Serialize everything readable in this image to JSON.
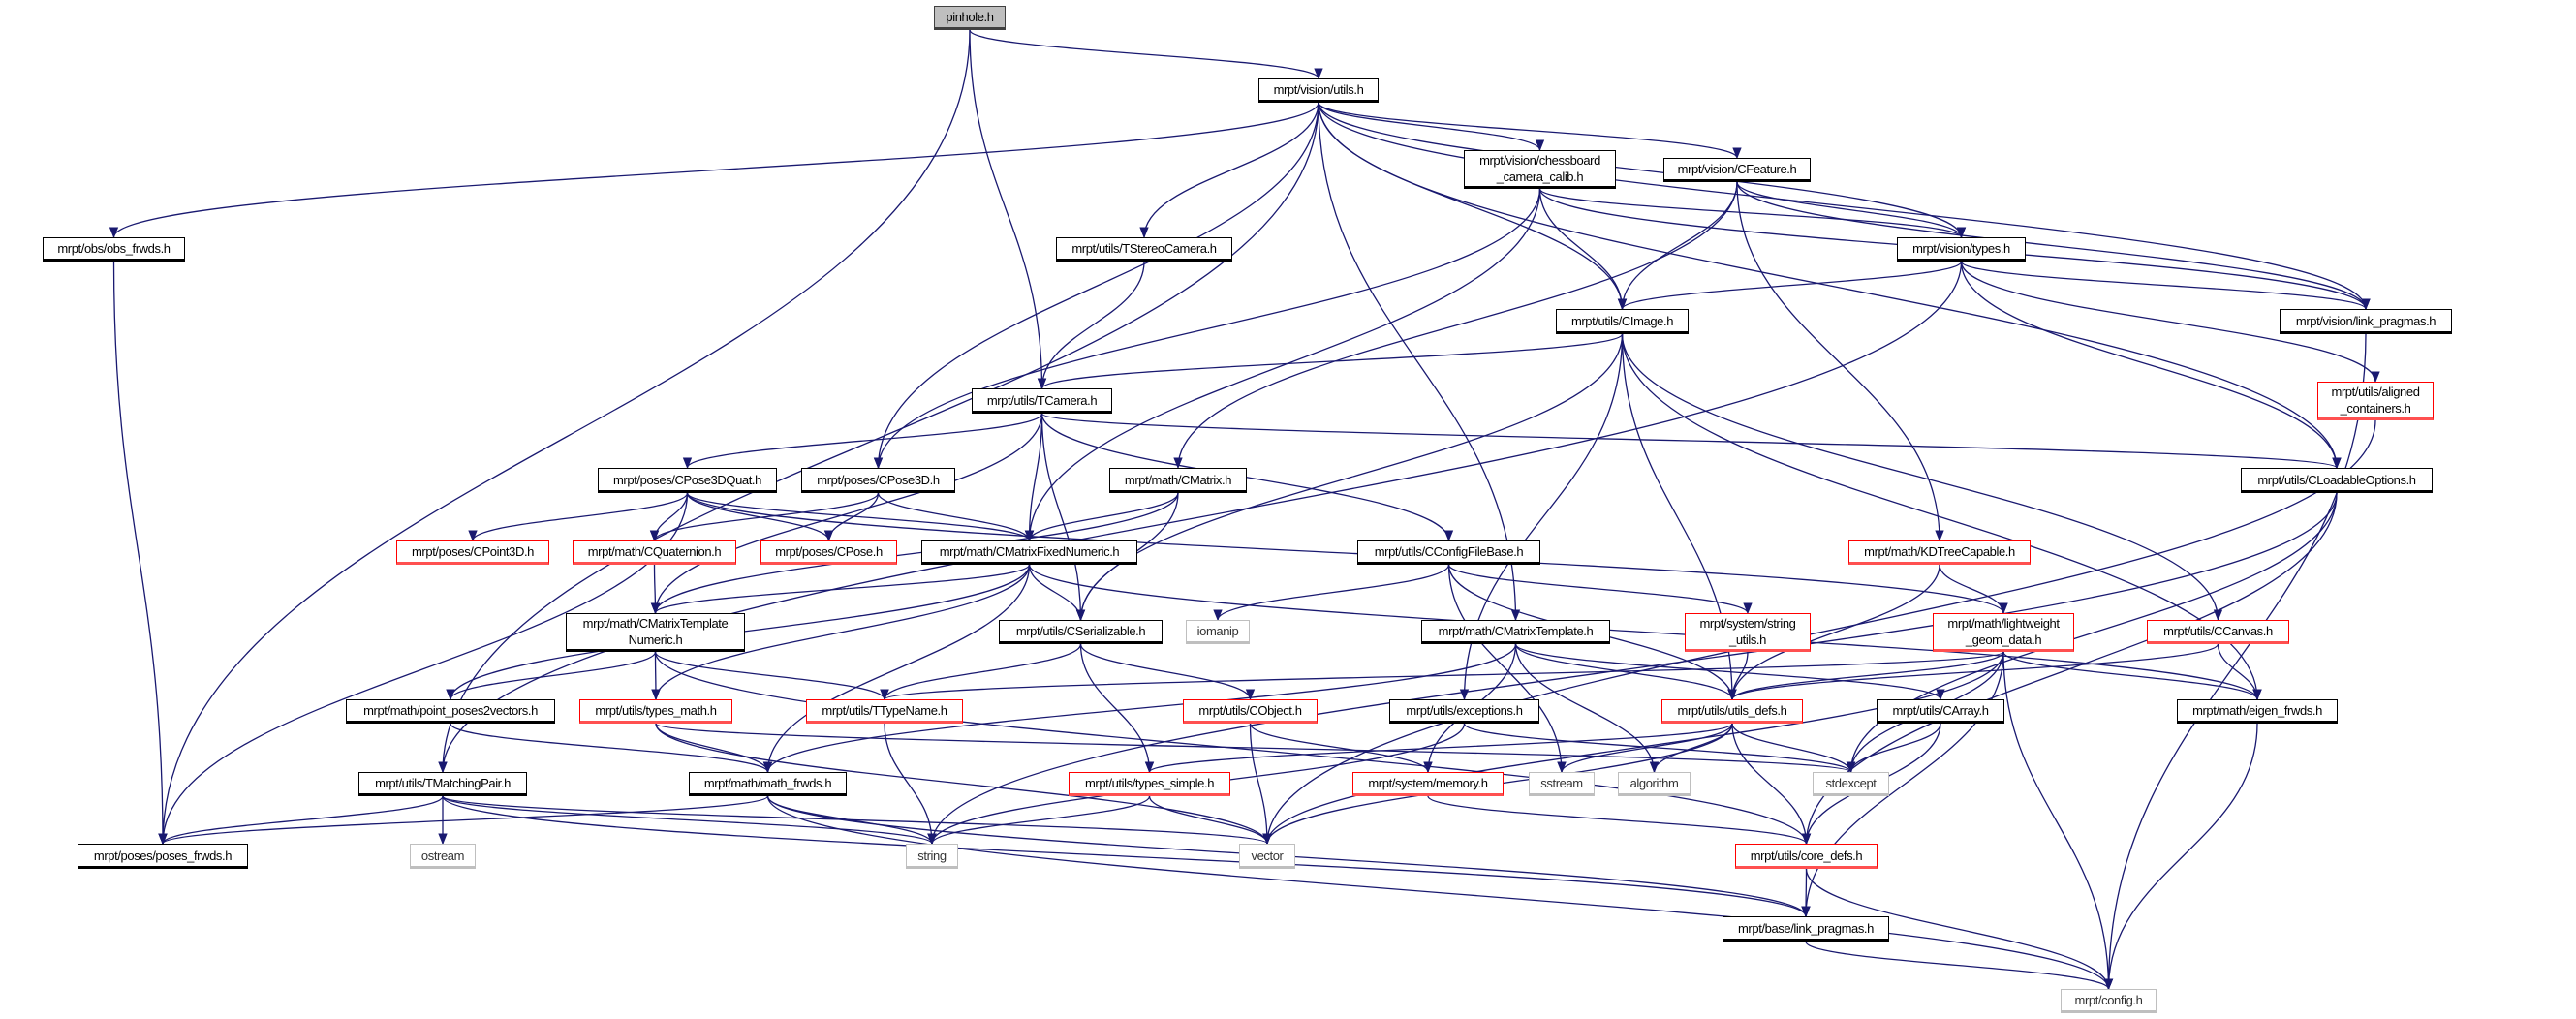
{
  "title": "pinhole.h include dependency graph",
  "colors": {
    "edge": "#191970",
    "root_fill": "#bfbfbf",
    "red_border": "#ff0000",
    "system_border": "#bfbfbf",
    "normal_border": "#000000"
  },
  "nodes": [
    {
      "id": "pinhole",
      "label": "pinhole.h",
      "style": "root"
    },
    {
      "id": "vutils",
      "label": "mrpt/vision/utils.h",
      "style": "normal"
    },
    {
      "id": "obs_frwds",
      "label": "mrpt/obs/obs_frwds.h",
      "style": "normal"
    },
    {
      "id": "tstereo",
      "label": "mrpt/utils/TStereoCamera.h",
      "style": "normal"
    },
    {
      "id": "chess",
      "label": "mrpt/vision/chessboard\n_camera_calib.h",
      "style": "normal"
    },
    {
      "id": "cfeature",
      "label": "mrpt/vision/CFeature.h",
      "style": "normal"
    },
    {
      "id": "vtypes",
      "label": "mrpt/vision/types.h",
      "style": "normal"
    },
    {
      "id": "cimage",
      "label": "mrpt/utils/CImage.h",
      "style": "normal"
    },
    {
      "id": "vlink",
      "label": "mrpt/vision/link_pragmas.h",
      "style": "normal"
    },
    {
      "id": "aligned",
      "label": "mrpt/utils/aligned\n_containers.h",
      "style": "red"
    },
    {
      "id": "cloadable",
      "label": "mrpt/utils/CLoadableOptions.h",
      "style": "normal"
    },
    {
      "id": "tcamera",
      "label": "mrpt/utils/TCamera.h",
      "style": "normal"
    },
    {
      "id": "cpose3dquat",
      "label": "mrpt/poses/CPose3DQuat.h",
      "style": "normal"
    },
    {
      "id": "cpose3d",
      "label": "mrpt/poses/CPose3D.h",
      "style": "normal"
    },
    {
      "id": "cmatrix",
      "label": "mrpt/math/CMatrix.h",
      "style": "normal"
    },
    {
      "id": "cpoint3d",
      "label": "mrpt/poses/CPoint3D.h",
      "style": "red"
    },
    {
      "id": "cquat",
      "label": "mrpt/math/CQuaternion.h",
      "style": "red"
    },
    {
      "id": "cpose",
      "label": "mrpt/poses/CPose.h",
      "style": "red"
    },
    {
      "id": "cmfn",
      "label": "mrpt/math/CMatrixFixedNumeric.h",
      "style": "normal"
    },
    {
      "id": "cconfig",
      "label": "mrpt/utils/CConfigFileBase.h",
      "style": "normal"
    },
    {
      "id": "kdtree",
      "label": "mrpt/math/KDTreeCapable.h",
      "style": "red"
    },
    {
      "id": "cmtn",
      "label": "mrpt/math/CMatrixTemplate\nNumeric.h",
      "style": "normal"
    },
    {
      "id": "cser",
      "label": "mrpt/utils/CSerializable.h",
      "style": "normal"
    },
    {
      "id": "iomanip",
      "label": "iomanip",
      "style": "system"
    },
    {
      "id": "cmt",
      "label": "mrpt/math/CMatrixTemplate.h",
      "style": "normal"
    },
    {
      "id": "strutils",
      "label": "mrpt/system/string\n_utils.h",
      "style": "red"
    },
    {
      "id": "lwgeom",
      "label": "mrpt/math/lightweight\n_geom_data.h",
      "style": "red"
    },
    {
      "id": "ccanvas",
      "label": "mrpt/utils/CCanvas.h",
      "style": "red"
    },
    {
      "id": "pp2v",
      "label": "mrpt/math/point_poses2vectors.h",
      "style": "normal"
    },
    {
      "id": "typesmath",
      "label": "mrpt/utils/types_math.h",
      "style": "red"
    },
    {
      "id": "ttypename",
      "label": "mrpt/utils/TTypeName.h",
      "style": "red"
    },
    {
      "id": "cobject",
      "label": "mrpt/utils/CObject.h",
      "style": "red"
    },
    {
      "id": "exceptions",
      "label": "mrpt/utils/exceptions.h",
      "style": "normal"
    },
    {
      "id": "utilsdefs",
      "label": "mrpt/utils/utils_defs.h",
      "style": "red"
    },
    {
      "id": "carray",
      "label": "mrpt/utils/CArray.h",
      "style": "normal"
    },
    {
      "id": "eigen",
      "label": "mrpt/math/eigen_frwds.h",
      "style": "normal"
    },
    {
      "id": "tmatching",
      "label": "mrpt/utils/TMatchingPair.h",
      "style": "normal"
    },
    {
      "id": "mathfrwds",
      "label": "mrpt/math/math_frwds.h",
      "style": "normal"
    },
    {
      "id": "typessimple",
      "label": "mrpt/utils/types_simple.h",
      "style": "red"
    },
    {
      "id": "memory",
      "label": "mrpt/system/memory.h",
      "style": "red"
    },
    {
      "id": "sstream",
      "label": "sstream",
      "style": "system"
    },
    {
      "id": "algorithm",
      "label": "algorithm",
      "style": "system"
    },
    {
      "id": "stdexcept",
      "label": "stdexcept",
      "style": "system"
    },
    {
      "id": "posesfrwds",
      "label": "mrpt/poses/poses_frwds.h",
      "style": "normal"
    },
    {
      "id": "ostream",
      "label": "ostream",
      "style": "system"
    },
    {
      "id": "string",
      "label": "string",
      "style": "system"
    },
    {
      "id": "vector",
      "label": "vector",
      "style": "system"
    },
    {
      "id": "coredefs",
      "label": "mrpt/utils/core_defs.h",
      "style": "red"
    },
    {
      "id": "baselink",
      "label": "mrpt/base/link_pragmas.h",
      "style": "normal"
    },
    {
      "id": "config",
      "label": "mrpt/config.h",
      "style": "system"
    }
  ],
  "edges": [
    [
      "pinhole",
      "vutils"
    ],
    [
      "pinhole",
      "tcamera"
    ],
    [
      "pinhole",
      "posesfrwds"
    ],
    [
      "vutils",
      "obs_frwds"
    ],
    [
      "vutils",
      "tstereo"
    ],
    [
      "vutils",
      "chess"
    ],
    [
      "vutils",
      "cfeature"
    ],
    [
      "vutils",
      "vtypes"
    ],
    [
      "vutils",
      "cimage"
    ],
    [
      "vutils",
      "vlink"
    ],
    [
      "vutils",
      "cloadable"
    ],
    [
      "vutils",
      "cpose3d"
    ],
    [
      "vutils",
      "tmatching"
    ],
    [
      "vutils",
      "cmt"
    ],
    [
      "chess",
      "vtypes"
    ],
    [
      "chess",
      "cimage"
    ],
    [
      "chess",
      "vlink"
    ],
    [
      "chess",
      "cpose3d"
    ],
    [
      "chess",
      "cmfn"
    ],
    [
      "cfeature",
      "vtypes"
    ],
    [
      "cfeature",
      "cimage"
    ],
    [
      "cfeature",
      "vlink"
    ],
    [
      "cfeature",
      "cmatrix"
    ],
    [
      "cfeature",
      "kdtree"
    ],
    [
      "tstereo",
      "tcamera"
    ],
    [
      "vtypes",
      "cimage"
    ],
    [
      "vtypes",
      "vlink"
    ],
    [
      "vtypes",
      "aligned"
    ],
    [
      "vtypes",
      "cloadable"
    ],
    [
      "vtypes",
      "tmatching"
    ],
    [
      "cimage",
      "tcamera"
    ],
    [
      "cimage",
      "cser"
    ],
    [
      "cimage",
      "utilsdefs"
    ],
    [
      "cimage",
      "exceptions"
    ],
    [
      "cimage",
      "ccanvas"
    ],
    [
      "cimage",
      "eigen"
    ],
    [
      "tcamera",
      "cpose3dquat"
    ],
    [
      "tcamera",
      "cmfn"
    ],
    [
      "tcamera",
      "cser"
    ],
    [
      "tcamera",
      "cconfig"
    ],
    [
      "tcamera",
      "cloadable"
    ],
    [
      "tcamera",
      "cmtn"
    ],
    [
      "cpose3dquat",
      "cpoint3d"
    ],
    [
      "cpose3dquat",
      "cquat"
    ],
    [
      "cpose3dquat",
      "cpose"
    ],
    [
      "cpose3dquat",
      "cmfn"
    ],
    [
      "cpose3dquat",
      "posesfrwds"
    ],
    [
      "cpose3dquat",
      "lwgeom"
    ],
    [
      "cpose3d",
      "cquat"
    ],
    [
      "cpose3d",
      "cpose"
    ],
    [
      "cpose3d",
      "cmfn"
    ],
    [
      "cmatrix",
      "cmfn"
    ],
    [
      "cmatrix",
      "cser"
    ],
    [
      "cmatrix",
      "cmtn"
    ],
    [
      "cloadable",
      "stdexcept"
    ],
    [
      "cloadable",
      "coredefs"
    ],
    [
      "cloadable",
      "string"
    ],
    [
      "aligned",
      "vector"
    ],
    [
      "vlink",
      "config"
    ],
    [
      "kdtree",
      "lwgeom"
    ],
    [
      "kdtree",
      "utilsdefs"
    ],
    [
      "cquat",
      "cmtn"
    ],
    [
      "cmfn",
      "cser"
    ],
    [
      "cmfn",
      "cmtn"
    ],
    [
      "cmfn",
      "typesmath"
    ],
    [
      "cmfn",
      "pp2v"
    ],
    [
      "cmfn",
      "mathfrwds"
    ],
    [
      "cmfn",
      "eigen"
    ],
    [
      "cmtn",
      "pp2v"
    ],
    [
      "cmtn",
      "typesmath"
    ],
    [
      "cmtn",
      "ttypename"
    ],
    [
      "cmtn",
      "coredefs"
    ],
    [
      "cser",
      "ttypename"
    ],
    [
      "cser",
      "cobject"
    ],
    [
      "cser",
      "typessimple"
    ],
    [
      "cconfig",
      "iomanip"
    ],
    [
      "cconfig",
      "strutils"
    ],
    [
      "cconfig",
      "utilsdefs"
    ],
    [
      "cconfig",
      "sstream"
    ],
    [
      "pp2v",
      "mathfrwds"
    ],
    [
      "typesmath",
      "mathfrwds"
    ],
    [
      "typesmath",
      "vector"
    ],
    [
      "typesmath",
      "stdexcept"
    ],
    [
      "ttypename",
      "string"
    ],
    [
      "cobject",
      "vector"
    ],
    [
      "cobject",
      "memory"
    ],
    [
      "cmt",
      "utilsdefs"
    ],
    [
      "cmt",
      "carray"
    ],
    [
      "cmt",
      "algorithm"
    ],
    [
      "cmt",
      "memory"
    ],
    [
      "cmt",
      "mathfrwds"
    ],
    [
      "strutils",
      "utilsdefs"
    ],
    [
      "lwgeom",
      "utilsdefs"
    ],
    [
      "lwgeom",
      "stdexcept"
    ],
    [
      "lwgeom",
      "eigen"
    ],
    [
      "lwgeom",
      "vector"
    ],
    [
      "lwgeom",
      "baselink"
    ],
    [
      "lwgeom",
      "config"
    ],
    [
      "lwgeom",
      "ttypename"
    ],
    [
      "ccanvas",
      "utilsdefs"
    ],
    [
      "ccanvas",
      "eigen"
    ],
    [
      "exceptions",
      "stdexcept"
    ],
    [
      "exceptions",
      "string"
    ],
    [
      "utilsdefs",
      "sstream"
    ],
    [
      "utilsdefs",
      "algorithm"
    ],
    [
      "utilsdefs",
      "stdexcept"
    ],
    [
      "utilsdefs",
      "coredefs"
    ],
    [
      "utilsdefs",
      "vector"
    ],
    [
      "utilsdefs",
      "typessimple"
    ],
    [
      "carray",
      "stdexcept"
    ],
    [
      "carray",
      "coredefs"
    ],
    [
      "eigen",
      "config"
    ],
    [
      "tmatching",
      "posesfrwds"
    ],
    [
      "tmatching",
      "ostream"
    ],
    [
      "tmatching",
      "string"
    ],
    [
      "tmatching",
      "vector"
    ],
    [
      "tmatching",
      "baselink"
    ],
    [
      "mathfrwds",
      "posesfrwds"
    ],
    [
      "mathfrwds",
      "string"
    ],
    [
      "mathfrwds",
      "baselink"
    ],
    [
      "mathfrwds",
      "config"
    ],
    [
      "typessimple",
      "string"
    ],
    [
      "typessimple",
      "vector"
    ],
    [
      "memory",
      "coredefs"
    ],
    [
      "coredefs",
      "baselink"
    ],
    [
      "coredefs",
      "config"
    ],
    [
      "baselink",
      "config"
    ],
    [
      "obs_frwds",
      "posesfrwds"
    ]
  ]
}
